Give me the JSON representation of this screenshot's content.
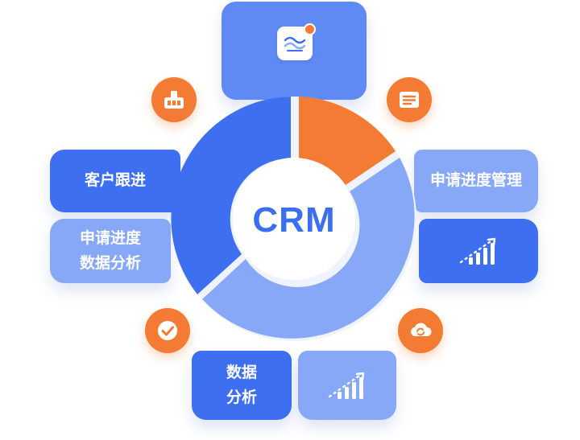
{
  "center": {
    "label": "CRM"
  },
  "panels": {
    "customer_followup": "客户跟进",
    "progress_analysis_line1": "申请进度",
    "progress_analysis_line2": "数据分析",
    "progress_management": "申请进度管理",
    "data_analysis_line1": "数据",
    "data_analysis_line2": "分析"
  },
  "icons": {
    "top_app": "chart-app-icon",
    "badge_top_left": "dashboard-icon",
    "badge_top_right": "document-list-icon",
    "badge_bottom_left": "checkmark-icon",
    "badge_bottom_right": "cloud-sync-icon",
    "right_panel": "growth-chart-icon",
    "bottom_panel": "growth-chart-icon"
  },
  "colors": {
    "primary_blue": "#3d6ff0",
    "mid_blue": "#5b86f3",
    "light_blue": "#86a8f6",
    "accent_orange": "#f47b33",
    "text_blue": "#3b6ef0"
  }
}
